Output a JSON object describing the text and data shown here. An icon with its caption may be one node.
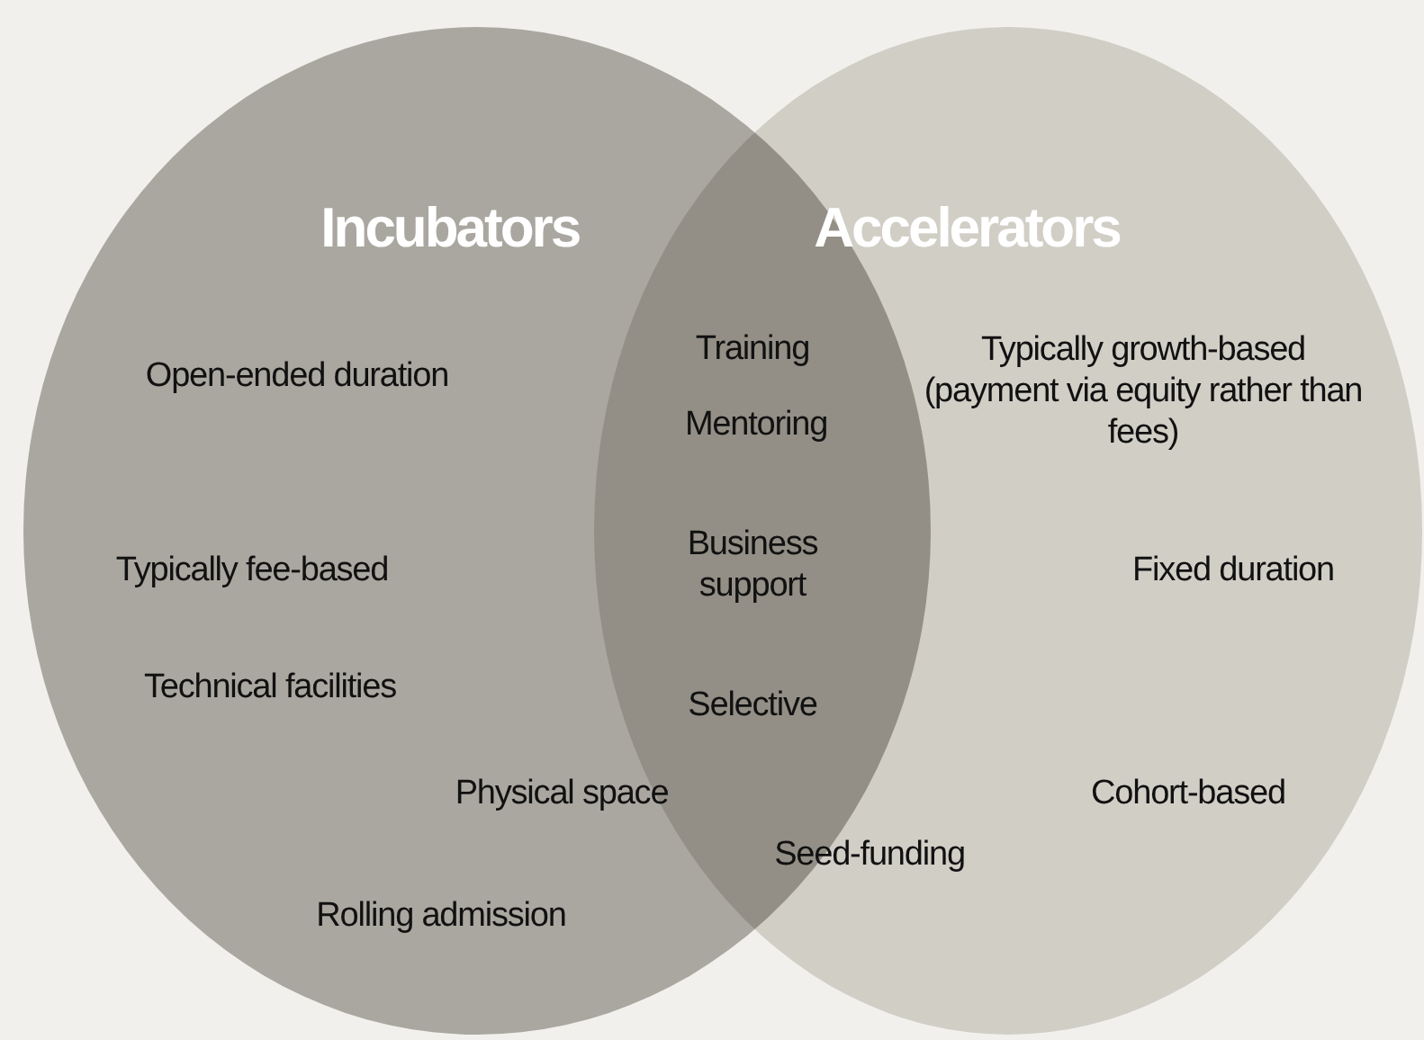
{
  "diagram": {
    "nodes": [
      {
        "text": [
          "Incubators"
        ]
      },
      {
        "text": [
          "Accelerators"
        ]
      }
    ],
    "edges": [],
    "labels": [
      "Training",
      "Open-ended duration",
      "Typically growth-based (payment via equity rather than fees)",
      "Mentoring",
      "Business support",
      "Typically fee-based",
      "Fixed duration",
      "Technical facilities",
      "Selective",
      "Physical space",
      "Cohort-based",
      "Seed-funding",
      "Rolling admission"
    ]
  }
}
